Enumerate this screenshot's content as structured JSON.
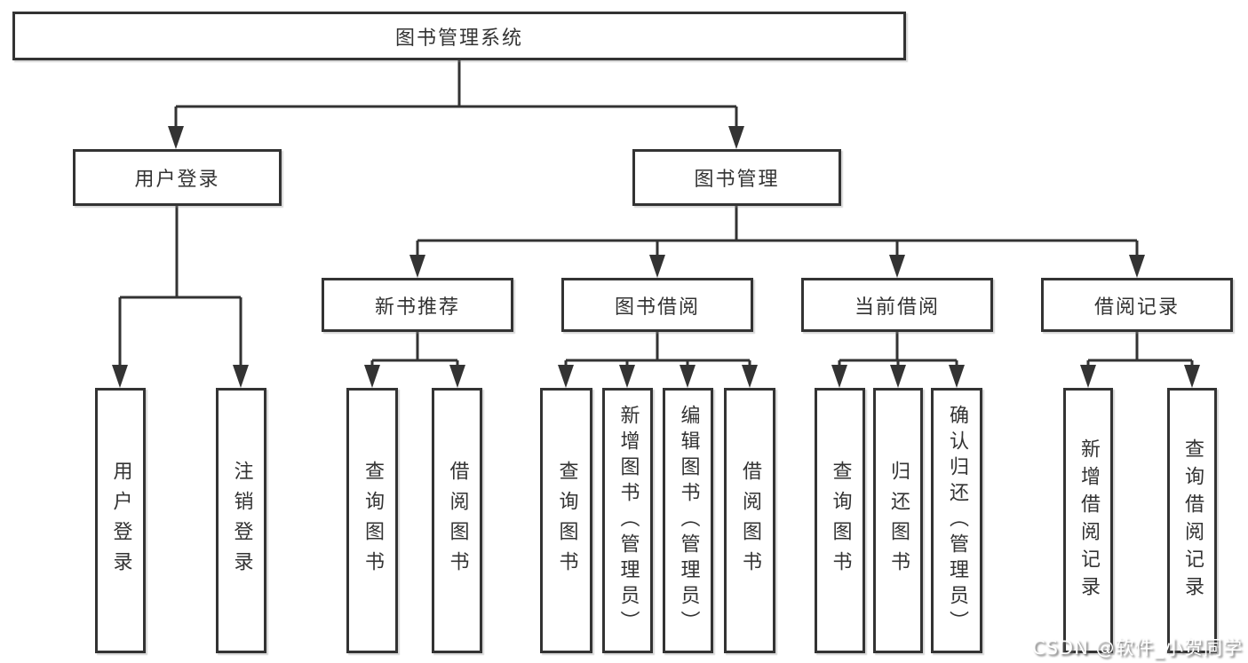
{
  "diagram": {
    "root": {
      "label": "图书管理系统"
    },
    "login": {
      "label": "用户登录",
      "children": [
        {
          "label": "用户登录"
        },
        {
          "label": "注销登录"
        }
      ]
    },
    "management": {
      "label": "图书管理",
      "children": [
        {
          "label": "新书推荐",
          "children": [
            {
              "label": "查询图书"
            },
            {
              "label": "借阅图书"
            }
          ]
        },
        {
          "label": "图书借阅",
          "children": [
            {
              "label": "查询图书"
            },
            {
              "label": "新增图书（管理员）"
            },
            {
              "label": "编辑图书（管理员）"
            },
            {
              "label": "借阅图书"
            }
          ]
        },
        {
          "label": "当前借阅",
          "children": [
            {
              "label": "查询图书"
            },
            {
              "label": "归还图书"
            },
            {
              "label": "确认归还（管理员）"
            }
          ]
        },
        {
          "label": "借阅记录",
          "children": [
            {
              "label": "新增借阅记录"
            },
            {
              "label": "查询借阅记录"
            }
          ]
        }
      ]
    }
  },
  "watermark": {
    "text": "CSDN @软件_小贺同学"
  },
  "colors": {
    "line": "#333333",
    "text": "#333333",
    "background": "#ffffff",
    "watermark_text": "#ffffff"
  }
}
